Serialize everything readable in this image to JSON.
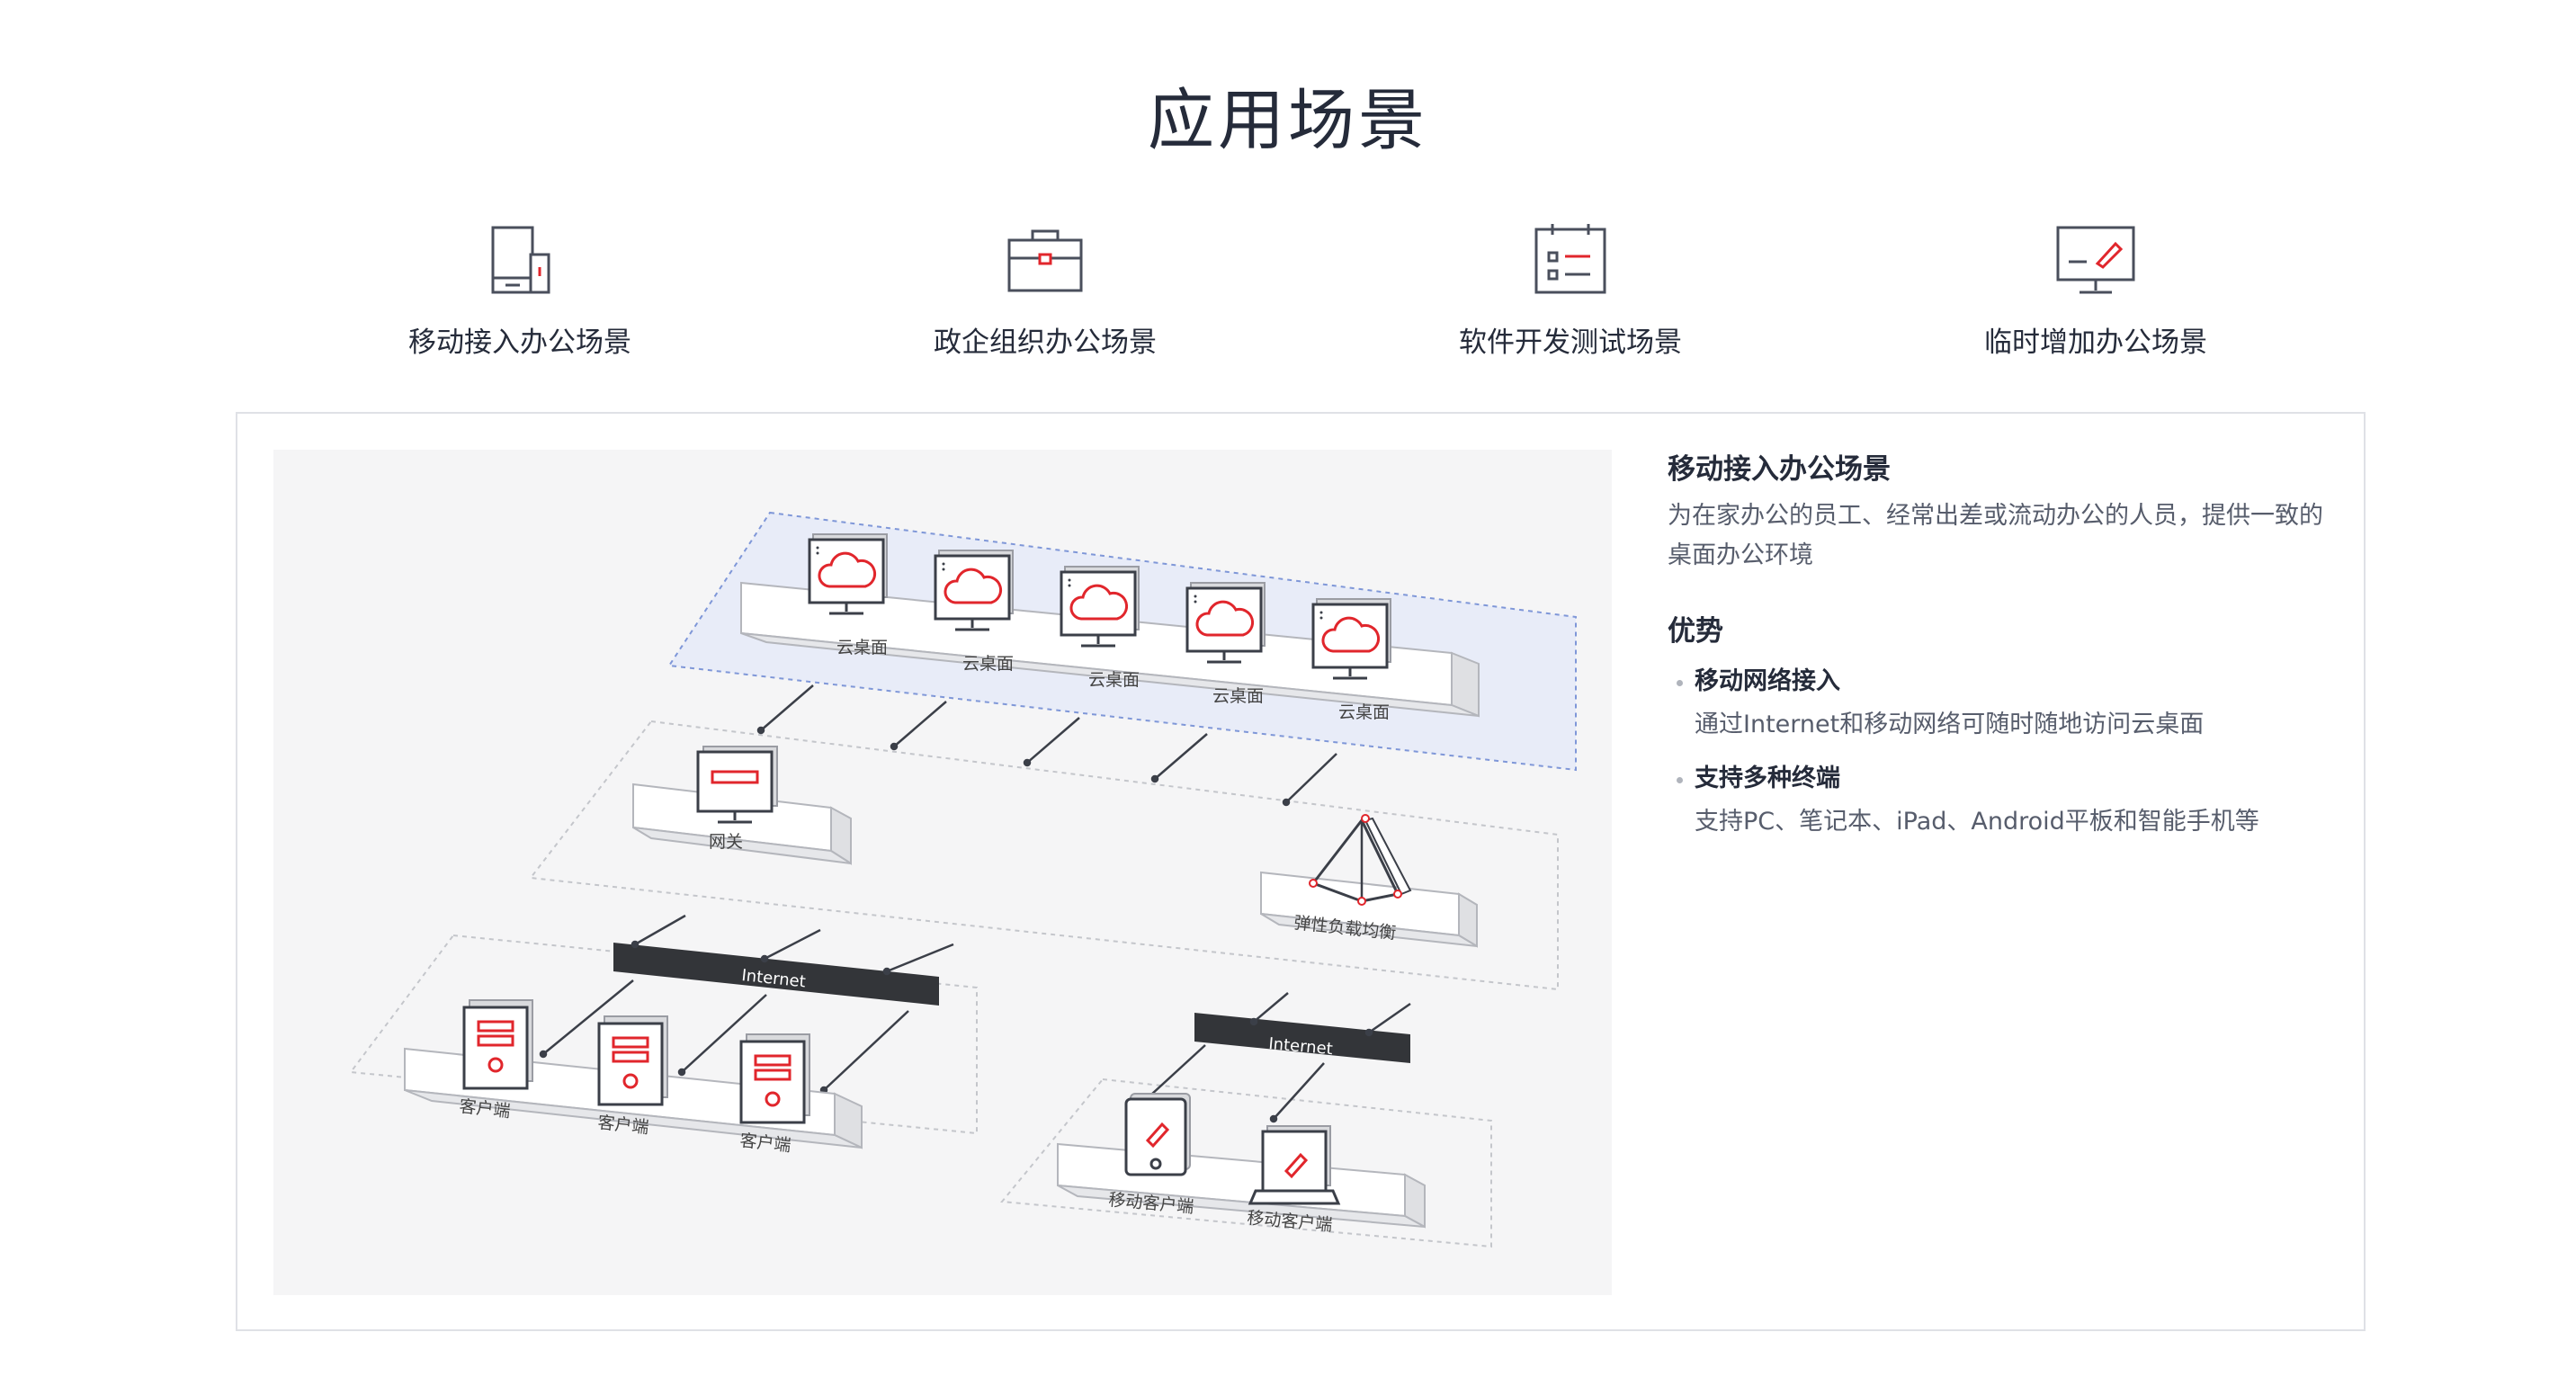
{
  "page": {
    "title": "应用场景"
  },
  "tabs": [
    {
      "label": "移动接入办公场景",
      "icon": "mobile-devices-icon"
    },
    {
      "label": "政企组织办公场景",
      "icon": "briefcase-icon"
    },
    {
      "label": "软件开发测试场景",
      "icon": "checklist-calendar-icon"
    },
    {
      "label": "临时增加办公场景",
      "icon": "monitor-pen-icon"
    }
  ],
  "detail": {
    "title": "移动接入办公场景",
    "description": "为在家办公的员工、经常出差或流动办公的人员，提供一致的桌面办公环境",
    "advantages_title": "优势",
    "advantages": [
      {
        "title": "移动网络接入",
        "desc": "通过Internet和移动网络可随时随地访问云桌面"
      },
      {
        "title": "支持多种终端",
        "desc": "支持PC、笔记本、iPad、Android平板和智能手机等"
      }
    ]
  },
  "diagram": {
    "cloud_desktop_label": "云桌面",
    "gateway_label": "网关",
    "elb_label": "弹性负载均衡",
    "internet_label": "Internet",
    "client_label": "客户端",
    "mobile_client_label": "移动客户端"
  },
  "colors": {
    "accent": "#e1262c",
    "text": "#252b3a",
    "muted": "#575d6c",
    "cloud_zone": "#e8ecf8"
  }
}
